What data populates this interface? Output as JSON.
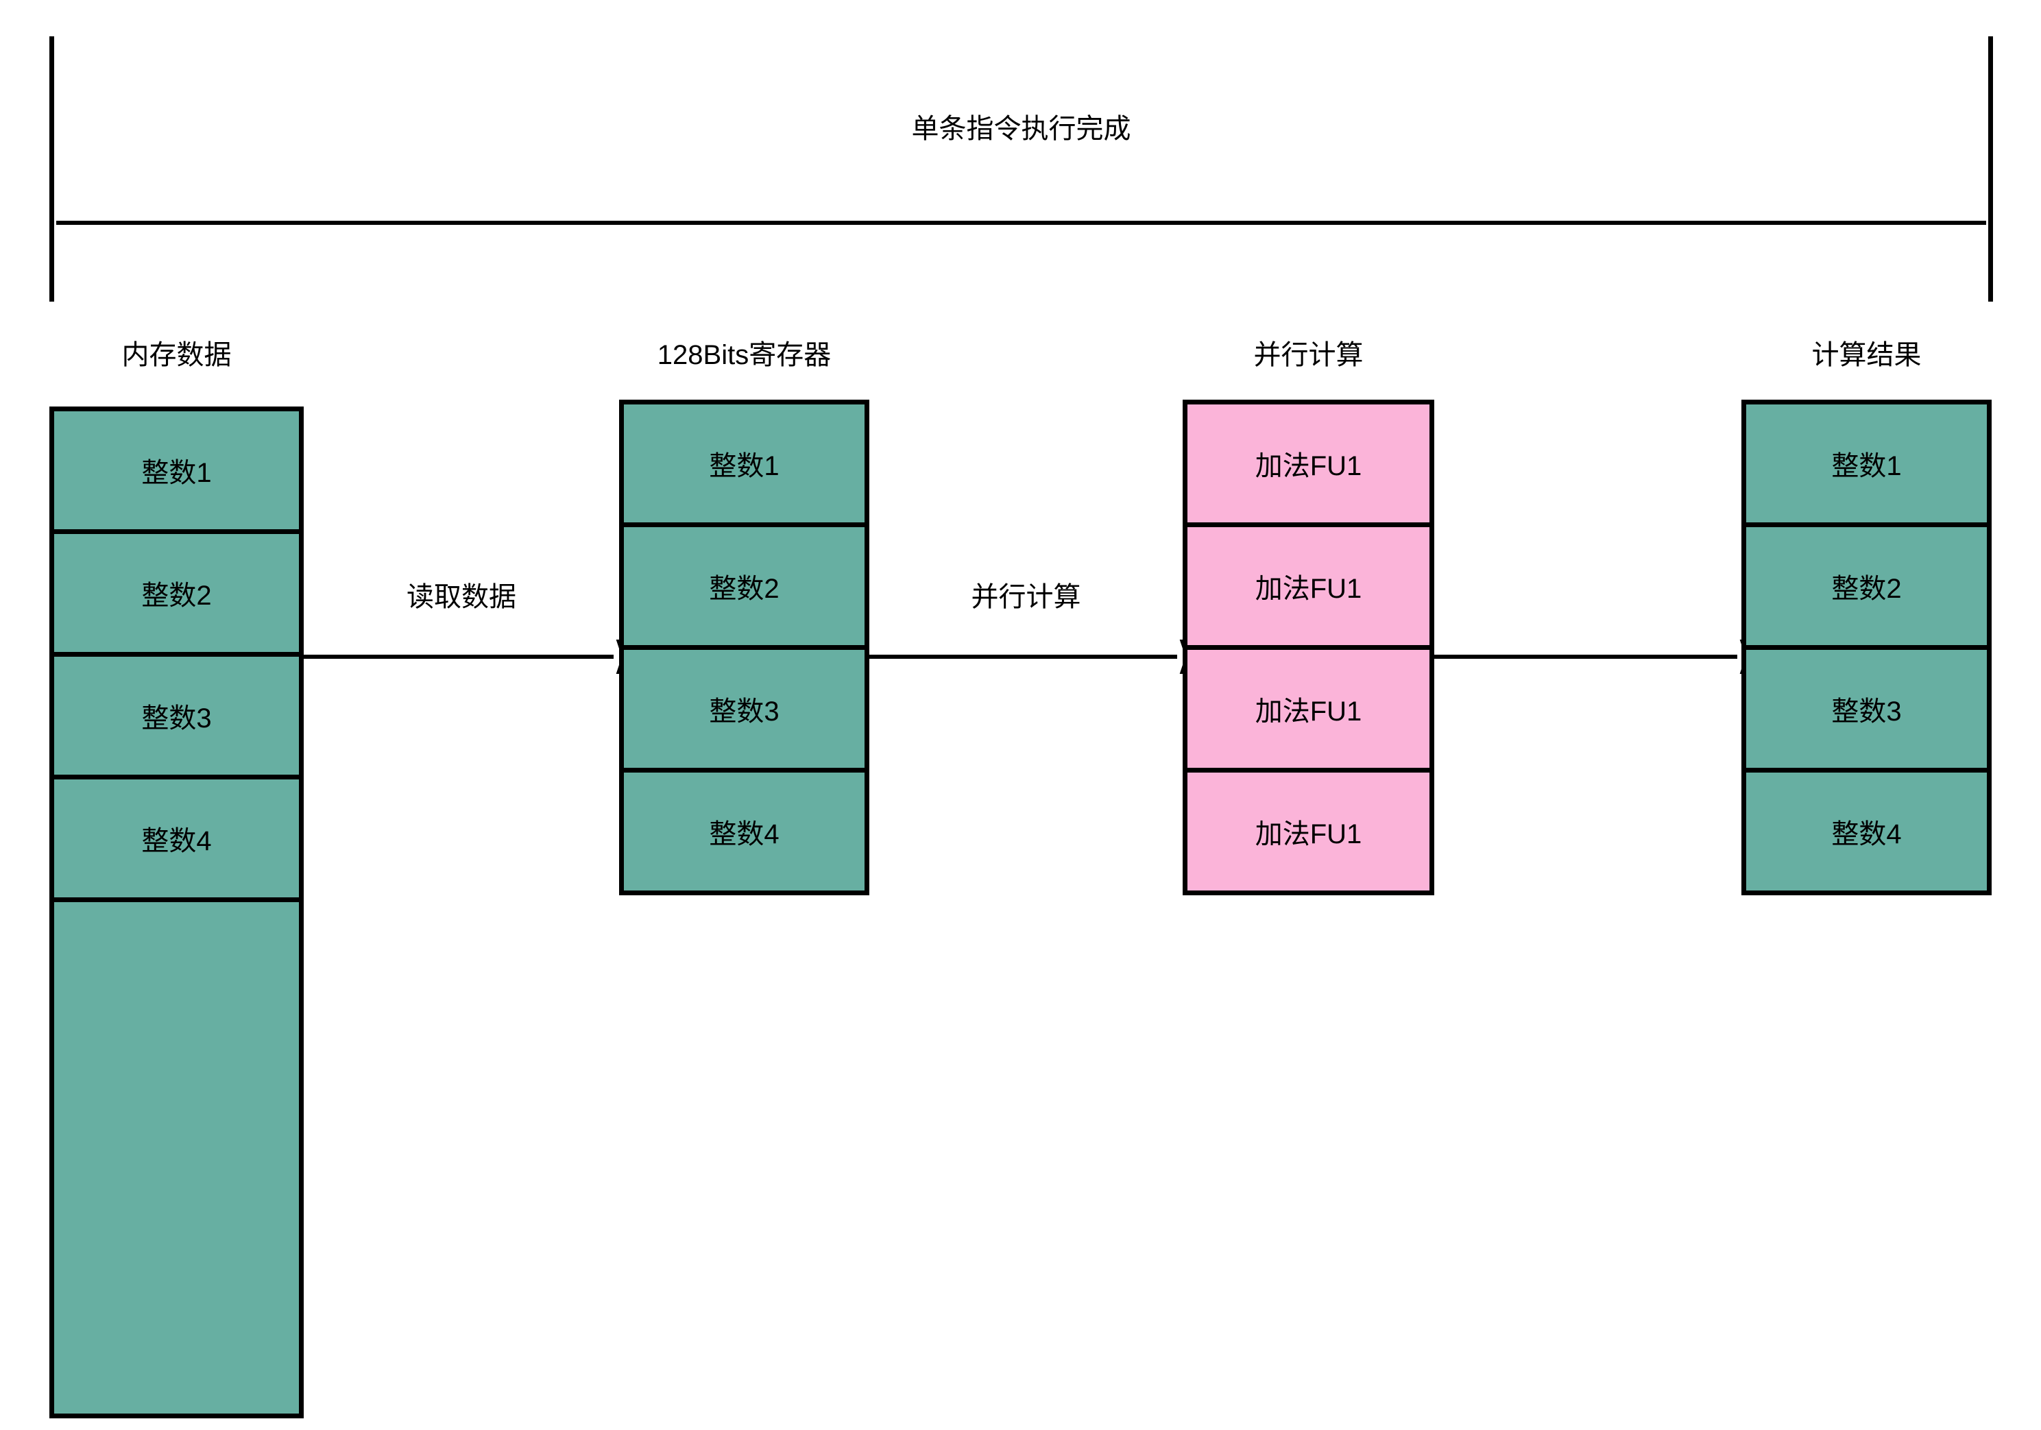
{
  "diagram": {
    "span": {
      "title": "单条指令执行完成"
    },
    "columns": [
      {
        "id": "memory",
        "header": "内存数据",
        "color": "#67AFA2",
        "cells": [
          "整数1",
          "整数2",
          "整数3",
          "整数4",
          ""
        ]
      },
      {
        "id": "register",
        "header": "128Bits寄存器",
        "color": "#67AFA2",
        "cells": [
          "整数1",
          "整数2",
          "整数3",
          "整数4"
        ]
      },
      {
        "id": "parallel-compute",
        "header": "并行计算",
        "color": "#FBB4D9",
        "cells": [
          "加法FU1",
          "加法FU1",
          "加法FU1",
          "加法FU1"
        ]
      },
      {
        "id": "result",
        "header": "计算结果",
        "color": "#67AFA2",
        "cells": [
          "整数1",
          "整数2",
          "整数3",
          "整数4"
        ]
      }
    ],
    "flows": [
      {
        "id": "read-data",
        "label": "读取数据"
      },
      {
        "id": "parallel-compute",
        "label": "并行计算"
      },
      {
        "id": "writeback",
        "label": ""
      }
    ]
  }
}
